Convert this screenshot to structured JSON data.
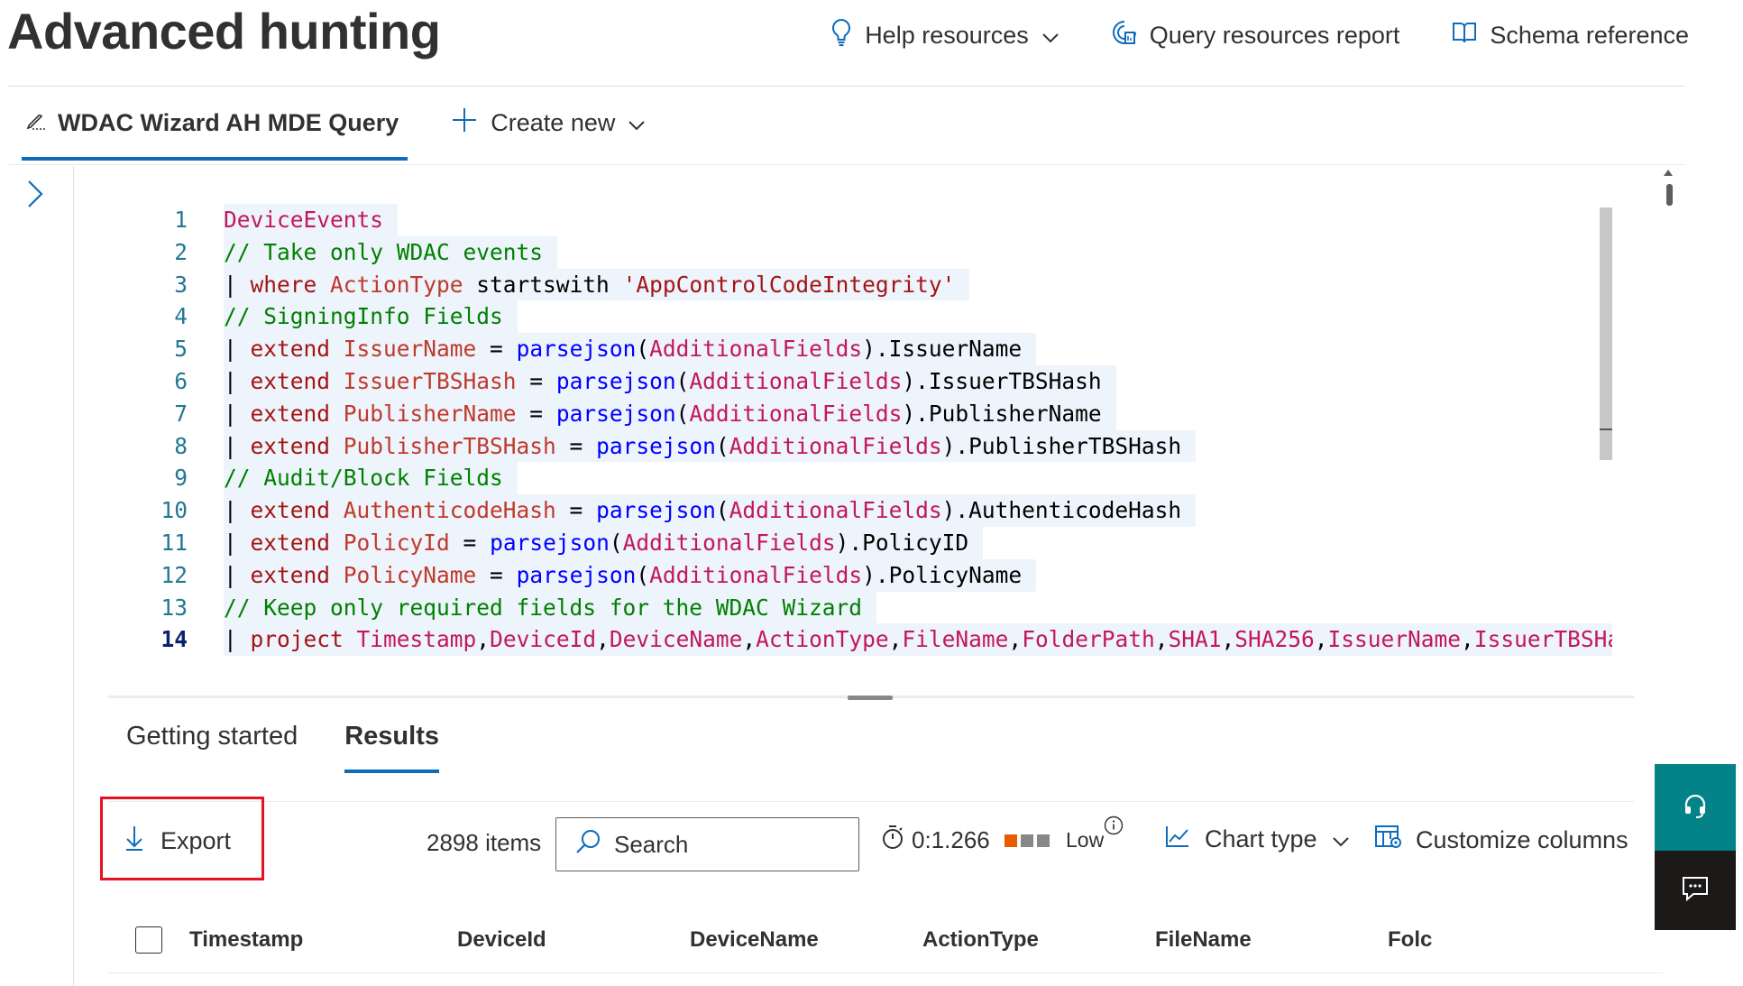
{
  "header": {
    "title": "Advanced hunting",
    "help_resources": "Help resources",
    "query_resources_report": "Query resources report",
    "schema_reference": "Schema reference"
  },
  "query_tabs": {
    "active_tab": "WDAC Wizard AH MDE Query",
    "create_new": "Create new"
  },
  "editor": {
    "lines": [
      {
        "n": "1",
        "tokens": [
          [
            "DeviceEvents",
            "table"
          ]
        ]
      },
      {
        "n": "2",
        "tokens": [
          [
            "// Take only WDAC events",
            "cmt"
          ]
        ]
      },
      {
        "n": "3",
        "tokens": [
          [
            "| ",
            "op"
          ],
          [
            "where ",
            "kw"
          ],
          [
            "ActionType",
            "fld"
          ],
          [
            " startswith ",
            "op"
          ],
          [
            "'AppControlCodeIntegrity'",
            "str"
          ]
        ]
      },
      {
        "n": "4",
        "tokens": [
          [
            "// SigningInfo Fields",
            "cmt"
          ]
        ]
      },
      {
        "n": "5",
        "tokens": [
          [
            "| ",
            "op"
          ],
          [
            "extend ",
            "kw"
          ],
          [
            "IssuerName",
            "fld"
          ],
          [
            " = ",
            "op"
          ],
          [
            "parsejson",
            "fn"
          ],
          [
            "(",
            "op"
          ],
          [
            "AdditionalFields",
            "arg"
          ],
          [
            ").IssuerName",
            "op"
          ]
        ]
      },
      {
        "n": "6",
        "tokens": [
          [
            "| ",
            "op"
          ],
          [
            "extend ",
            "kw"
          ],
          [
            "IssuerTBSHash",
            "fld"
          ],
          [
            " = ",
            "op"
          ],
          [
            "parsejson",
            "fn"
          ],
          [
            "(",
            "op"
          ],
          [
            "AdditionalFields",
            "arg"
          ],
          [
            ").IssuerTBSHash",
            "op"
          ]
        ]
      },
      {
        "n": "7",
        "tokens": [
          [
            "| ",
            "op"
          ],
          [
            "extend ",
            "kw"
          ],
          [
            "PublisherName",
            "fld"
          ],
          [
            " = ",
            "op"
          ],
          [
            "parsejson",
            "fn"
          ],
          [
            "(",
            "op"
          ],
          [
            "AdditionalFields",
            "arg"
          ],
          [
            ").PublisherName",
            "op"
          ]
        ]
      },
      {
        "n": "8",
        "tokens": [
          [
            "| ",
            "op"
          ],
          [
            "extend ",
            "kw"
          ],
          [
            "PublisherTBSHash",
            "fld"
          ],
          [
            " = ",
            "op"
          ],
          [
            "parsejson",
            "fn"
          ],
          [
            "(",
            "op"
          ],
          [
            "AdditionalFields",
            "arg"
          ],
          [
            ").PublisherTBSHash",
            "op"
          ]
        ]
      },
      {
        "n": "9",
        "tokens": [
          [
            "// Audit/Block Fields",
            "cmt"
          ]
        ]
      },
      {
        "n": "10",
        "tokens": [
          [
            "| ",
            "op"
          ],
          [
            "extend ",
            "kw"
          ],
          [
            "AuthenticodeHash",
            "fld"
          ],
          [
            " = ",
            "op"
          ],
          [
            "parsejson",
            "fn"
          ],
          [
            "(",
            "op"
          ],
          [
            "AdditionalFields",
            "arg"
          ],
          [
            ").AuthenticodeHash",
            "op"
          ]
        ]
      },
      {
        "n": "11",
        "tokens": [
          [
            "| ",
            "op"
          ],
          [
            "extend ",
            "kw"
          ],
          [
            "PolicyId",
            "fld"
          ],
          [
            " = ",
            "op"
          ],
          [
            "parsejson",
            "fn"
          ],
          [
            "(",
            "op"
          ],
          [
            "AdditionalFields",
            "arg"
          ],
          [
            ").PolicyID",
            "op"
          ]
        ]
      },
      {
        "n": "12",
        "tokens": [
          [
            "| ",
            "op"
          ],
          [
            "extend ",
            "kw"
          ],
          [
            "PolicyName",
            "fld"
          ],
          [
            " = ",
            "op"
          ],
          [
            "parsejson",
            "fn"
          ],
          [
            "(",
            "op"
          ],
          [
            "AdditionalFields",
            "arg"
          ],
          [
            ").PolicyName",
            "op"
          ]
        ]
      },
      {
        "n": "13",
        "tokens": [
          [
            "// Keep only required fields for the WDAC Wizard",
            "cmt"
          ]
        ]
      },
      {
        "n": "14",
        "tokens": [
          [
            "| ",
            "op"
          ],
          [
            "project ",
            "kw"
          ],
          [
            "Timestamp",
            "col"
          ],
          [
            ",",
            "op"
          ],
          [
            "DeviceId",
            "col"
          ],
          [
            ",",
            "op"
          ],
          [
            "DeviceName",
            "col"
          ],
          [
            ",",
            "op"
          ],
          [
            "ActionType",
            "col"
          ],
          [
            ",",
            "op"
          ],
          [
            "FileName",
            "col"
          ],
          [
            ",",
            "op"
          ],
          [
            "FolderPath",
            "col"
          ],
          [
            ",",
            "op"
          ],
          [
            "SHA1",
            "col"
          ],
          [
            ",",
            "op"
          ],
          [
            "SHA256",
            "col"
          ],
          [
            ",",
            "op"
          ],
          [
            "IssuerName",
            "col"
          ],
          [
            ",",
            "op"
          ],
          [
            "IssuerTBSHash",
            "col"
          ]
        ]
      }
    ]
  },
  "results_tabs": {
    "getting_started": "Getting started",
    "results": "Results"
  },
  "toolbar": {
    "export": "Export",
    "items_count": "2898 items",
    "search_placeholder": "Search",
    "timer": "0:1.266",
    "usage_label": "Low",
    "usage_colors": [
      "#ea5a00",
      "#8a8886",
      "#8a8886"
    ],
    "chart_type": "Chart type",
    "customize_columns": "Customize columns"
  },
  "table": {
    "columns": [
      "Timestamp",
      "DeviceId",
      "DeviceName",
      "ActionType",
      "FileName",
      "Folc"
    ]
  },
  "colors": {
    "accent": "#0f6cbd",
    "highlight": "#e81123",
    "help_fab": "#038387",
    "feedback_fab": "#1b1a19"
  }
}
